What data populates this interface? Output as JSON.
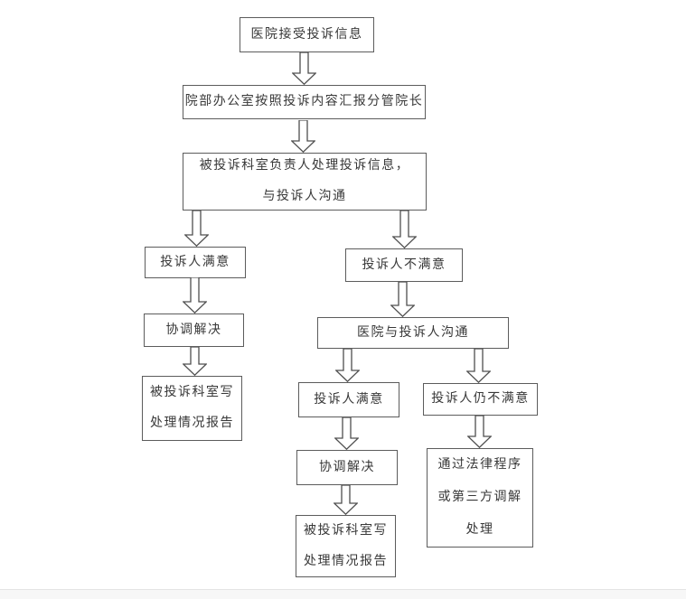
{
  "flowchart": {
    "nodes": {
      "receive": {
        "label": "医院接受投诉信息"
      },
      "office_report": {
        "label": "院部办公室按照投诉内容汇报分管院长"
      },
      "dept_handle": {
        "lines": [
          "被投诉科室负责人处理投诉信息，",
          "与投诉人沟通"
        ]
      },
      "satisfied_left": {
        "label": "投诉人满意"
      },
      "resolve_left": {
        "label": "协调解决"
      },
      "report_left": {
        "lines": [
          "被投诉科室写",
          "处理情况报告"
        ]
      },
      "unsatisfied": {
        "label": "投诉人不满意"
      },
      "communicate": {
        "label": "医院与投诉人沟通"
      },
      "satisfied_mid": {
        "label": "投诉人满意"
      },
      "still_unsatisfied": {
        "label": "投诉人仍不满意"
      },
      "resolve_mid": {
        "label": "协调解决"
      },
      "report_mid": {
        "lines": [
          "被投诉科室写",
          "处理情况报告"
        ]
      },
      "legal": {
        "lines": [
          "通过法律程序",
          "或第三方调解",
          "处理"
        ]
      }
    },
    "colors": {
      "box_border": "#5c5c5c",
      "text": "#383838",
      "background": "#ffffff",
      "bottom_bar": "#f7f7f7"
    }
  }
}
